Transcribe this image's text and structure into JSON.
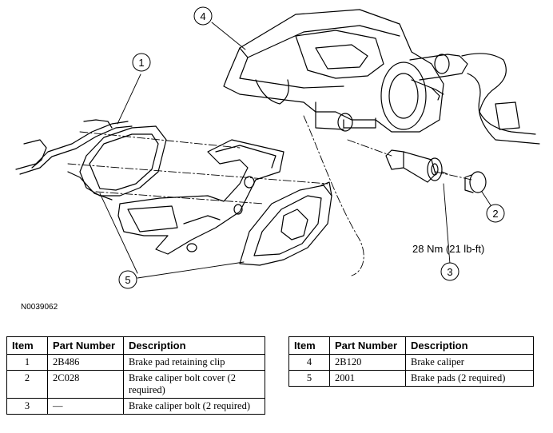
{
  "figure": {
    "id": "N0039062",
    "callouts": [
      "1",
      "2",
      "3",
      "4",
      "5"
    ],
    "torque_label": "28 Nm (21 lb-ft)"
  },
  "tables": {
    "headers": {
      "item": "Item",
      "part_number": "Part Number",
      "description": "Description"
    },
    "left": [
      {
        "item": "1",
        "part_number": "2B486",
        "description": "Brake pad retaining clip"
      },
      {
        "item": "2",
        "part_number": "2C028",
        "description": "Brake caliper bolt cover (2 required)"
      },
      {
        "item": "3",
        "part_number": "—",
        "description": "Brake caliper bolt (2 required)"
      }
    ],
    "right": [
      {
        "item": "4",
        "part_number": "2B120",
        "description": "Brake caliper"
      },
      {
        "item": "5",
        "part_number": "2001",
        "description": "Brake pads (2 required)"
      }
    ]
  }
}
